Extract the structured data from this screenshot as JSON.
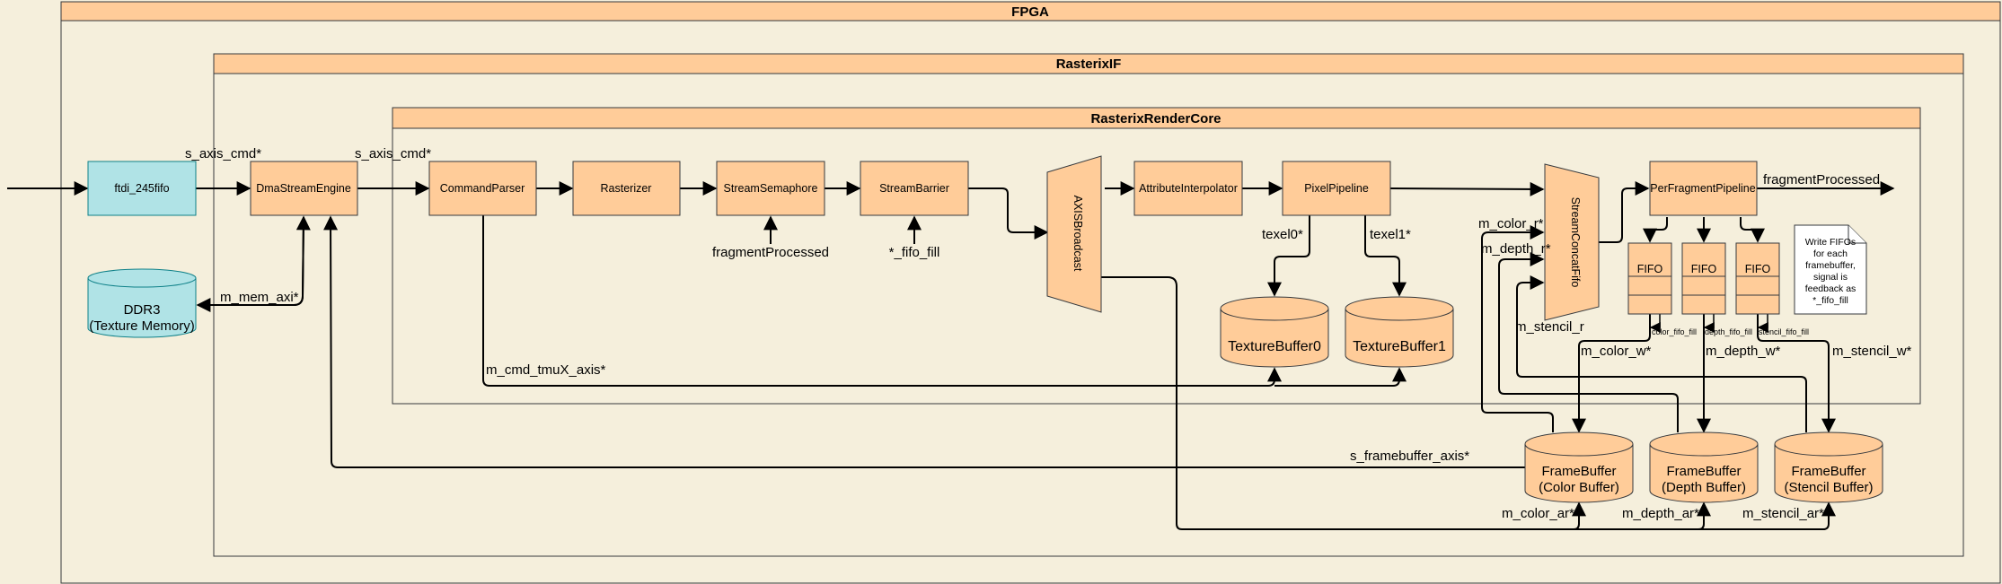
{
  "containers": {
    "fpga": "FPGA",
    "rasterix_if": "RasterixIF",
    "render_core": "RasterixRenderCore"
  },
  "blocks": {
    "ftdi": "ftdi_245fifo",
    "dma": "DmaStreamEngine",
    "command_parser": "CommandParser",
    "rasterizer": "Rasterizer",
    "stream_semaphore": "StreamSemaphore",
    "stream_barrier": "StreamBarrier",
    "axis_broadcast": "AXISBroadcast",
    "attribute_interpolator": "AttributeInterpolator",
    "pixel_pipeline": "PixelPipeline",
    "stream_concat_fifo": "StreamConcatFifo",
    "per_fragment_pipeline": "PerFragmentPipeline",
    "fifo1": "FIFO",
    "fifo2": "FIFO",
    "fifo3": "FIFO"
  },
  "storage": {
    "ddr3_line1": "DDR3",
    "ddr3_line2": "(Texture Memory)",
    "texture_buffer0": "TextureBuffer0",
    "texture_buffer1": "TextureBuffer1",
    "fb_color_line1": "FrameBuffer",
    "fb_color_line2": "(Color Buffer)",
    "fb_depth_line1": "FrameBuffer",
    "fb_depth_line2": "(Depth Buffer)",
    "fb_stencil_line1": "FrameBuffer",
    "fb_stencil_line2": "(Stencil Buffer)"
  },
  "signals": {
    "s_axis_cmd_1": "s_axis_cmd*",
    "s_axis_cmd_2": "s_axis_cmd*",
    "m_mem_axi": "m_mem_axi*",
    "fragment_processed_in": "fragmentProcessed",
    "fifo_fill_in": "*_fifo_fill",
    "texel0": "texel0*",
    "texel1": "texel1*",
    "m_cmd_tmux": "m_cmd_tmuX_axis*",
    "s_framebuffer": "s_framebuffer_axis*",
    "m_color_r": "m_color_r*",
    "m_depth_r": "m_depth_r*",
    "m_stencil_r": "m_stencil_r",
    "m_color_w": "m_color_w*",
    "m_depth_w": "m_depth_w*",
    "m_stencil_w": "m_stencil_w*",
    "m_color_ar": "m_color_ar*",
    "m_depth_ar": "m_depth_ar*",
    "m_stencil_ar": "m_stencil_ar*",
    "fragment_processed_out": "fragmentProcessed",
    "color_fifo_fill": "color_fifo_fill",
    "depth_fifo_fill": "depth_fifo_fill",
    "stencil_fifo_fill": "stencil_fifo_fill"
  },
  "note": {
    "l1": "Write FIFOs",
    "l2": "for each",
    "l3": "framebuffer,",
    "l4": "signal is",
    "l5": "feedback as",
    "l6": "*_fifo_fill"
  }
}
